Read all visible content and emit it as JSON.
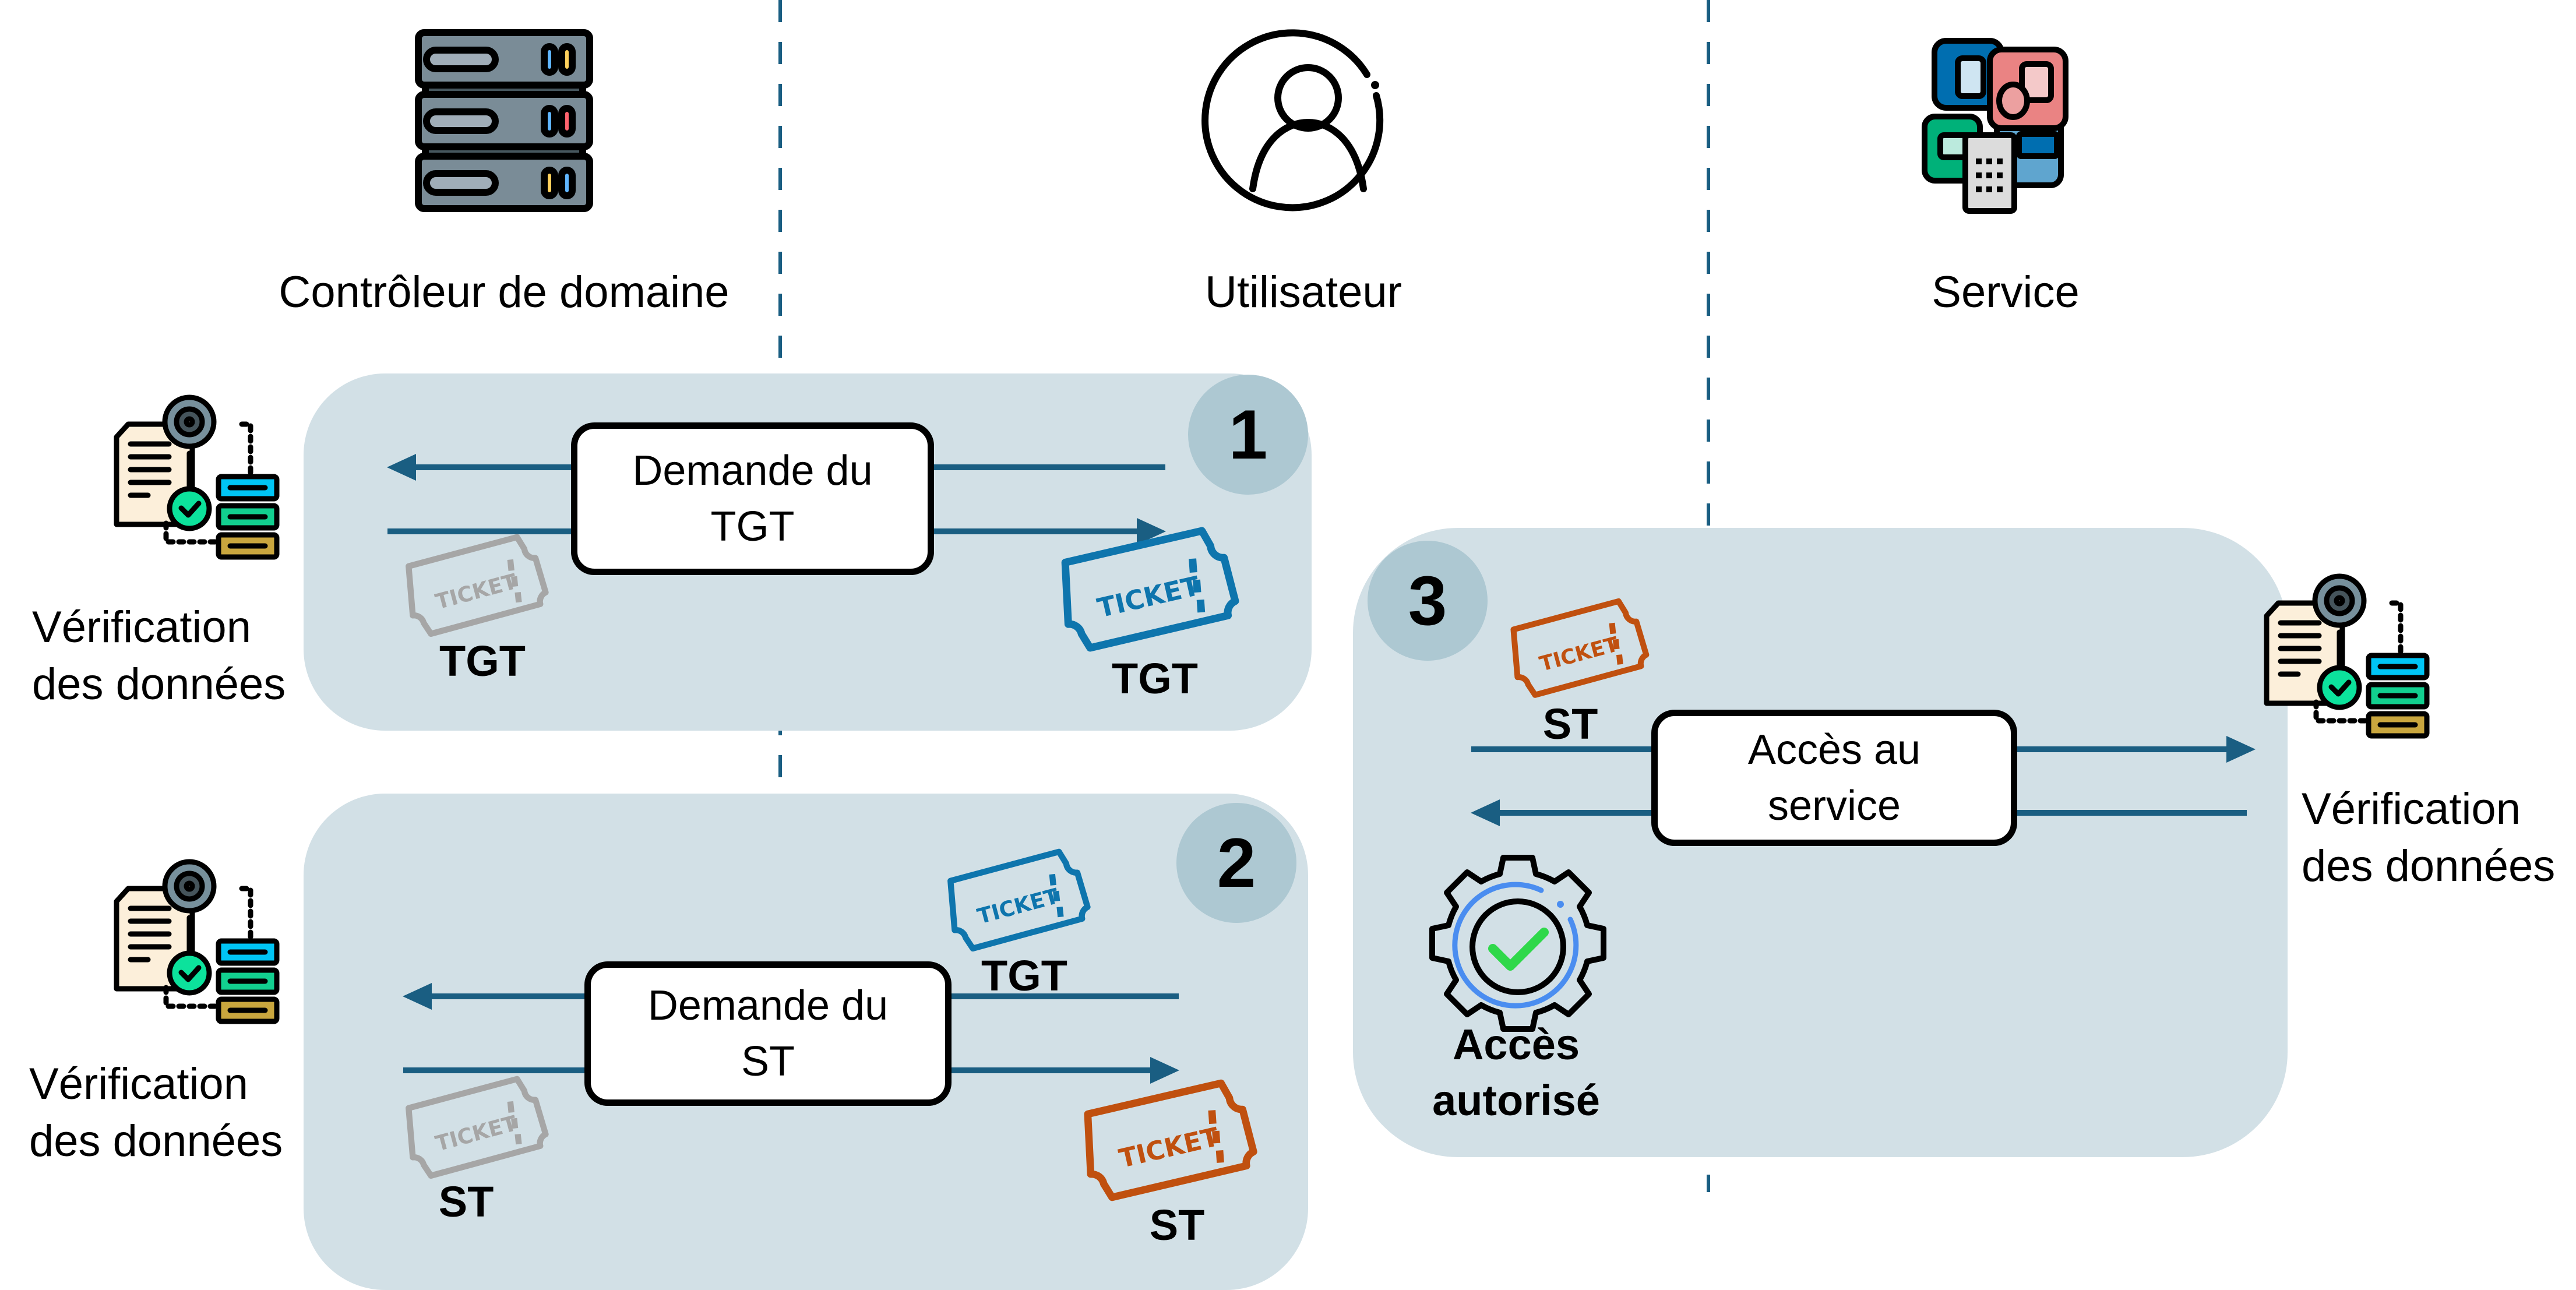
{
  "actors": [
    {
      "id": "domain-controller",
      "label": "Contrôleur de domaine",
      "icon": "server-icon"
    },
    {
      "id": "user",
      "label": "Utilisateur",
      "icon": "user-icon"
    },
    {
      "id": "service",
      "label": "Service",
      "icon": "apps-icon"
    }
  ],
  "steps": [
    {
      "number": "1",
      "message": "Demande du TGT",
      "message_line1": "Demande du",
      "message_line2": "TGT",
      "sent_ticket": {
        "label": "TGT",
        "text": "TICKET",
        "color": "#a6a6a6"
      },
      "received_ticket": {
        "label": "TGT",
        "text": "TICKET",
        "color": "#0e75ad"
      },
      "verification": {
        "line1": "Vérification",
        "line2": "des données"
      }
    },
    {
      "number": "2",
      "message": "Demande du ST",
      "message_line1": "Demande du",
      "message_line2": "ST",
      "presented_ticket": {
        "label": "TGT",
        "text": "TICKET",
        "color": "#0e75ad"
      },
      "sent_ticket": {
        "label": "ST",
        "text": "TICKET",
        "color": "#a6a6a6"
      },
      "received_ticket": {
        "label": "ST",
        "text": "TICKET",
        "color": "#c0500f"
      },
      "verification": {
        "line1": "Vérification",
        "line2": "des données"
      }
    },
    {
      "number": "3",
      "message": "Accès au service",
      "message_line1": "Accès au",
      "message_line2": "service",
      "presented_ticket": {
        "label": "ST",
        "text": "TICKET",
        "color": "#c0500f"
      },
      "result": {
        "line1": "Accès",
        "line2": "autorisé",
        "icon": "access-granted-gear-icon"
      },
      "verification": {
        "line1": "Vérification",
        "line2": "des données"
      }
    }
  ],
  "colors": {
    "panel": "#d2e0e6",
    "badge": "#adc8d2",
    "arrow": "#1a5e82",
    "ticket_grey": "#a6a6a6",
    "ticket_blue": "#0e75ad",
    "ticket_orange": "#c0500f",
    "check_green": "#2fd84a",
    "ring_blue": "#4a8df0"
  }
}
